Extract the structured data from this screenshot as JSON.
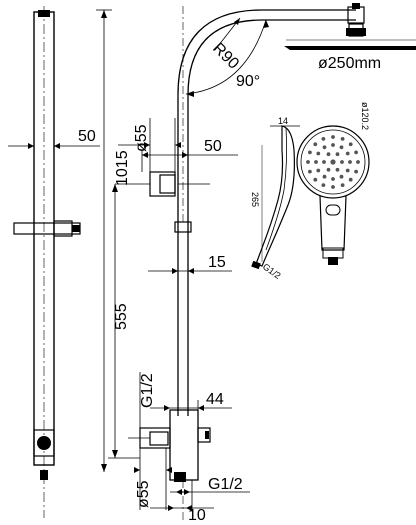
{
  "labels": {
    "bar_width": "50",
    "total_height": "1015",
    "radius": "R90",
    "angle": "90°",
    "head_diameter": "ø250mm",
    "elbow_diameter": "ø55",
    "elbow_offset": "50",
    "pipe_width": "15",
    "slide_height": "555",
    "inlet_thread_left": "G1/2",
    "mixer_width": "44",
    "mixer_diameter": "ø55",
    "inlet_thread_bottom": "G1/2",
    "bottom_offset": "10",
    "handset_head_diameter": "ø120.2",
    "handset_length": "265",
    "handset_width": "14",
    "handset_thread": "G1/2"
  },
  "colors": {
    "line": "#000000",
    "nozzle": "#555555"
  },
  "views": {
    "left": "side-elevation",
    "center": "front-elevation",
    "top_right": "rain-shower-head",
    "right": "hand-shower"
  }
}
